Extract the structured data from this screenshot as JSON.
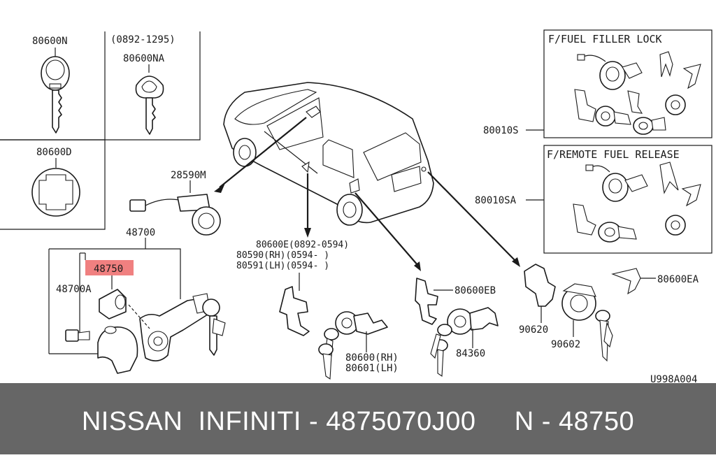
{
  "diagram": {
    "labels": {
      "key_main": "80600N",
      "key_alt_period": "(0892-1295)",
      "key_alt": "80600NA",
      "key_blank": "80600D",
      "harness": "28590M",
      "assembly": "48700",
      "cylinder": "48750",
      "bracket": "48700A",
      "door_kit": "80600E(0892-0594)",
      "door_rh": "80590(RH)(0594-         )",
      "door_lh": "80591(LH)(0594-         )",
      "door_cyl_rh": "80600(RH)",
      "door_cyl_lh": "80601(LH)",
      "back_door_retainer": "80600EB",
      "back_door_cyl": "84360",
      "fuel_set": "80010S",
      "fuel_set_remote": "80010SA",
      "trunk_retainer": "80600EA",
      "housing": "90620",
      "trunk_cyl": "90602",
      "diagram_code": "U998A004"
    },
    "panels": {
      "fuel_filler_lock": "F/FUEL FILLER LOCK",
      "remote_fuel_release": "F/REMOTE FUEL RELEASE"
    },
    "highlight_color": "#f08080"
  },
  "footer": {
    "text": "NISSAN  INFINITI - 4875070J00     N - 48750"
  }
}
